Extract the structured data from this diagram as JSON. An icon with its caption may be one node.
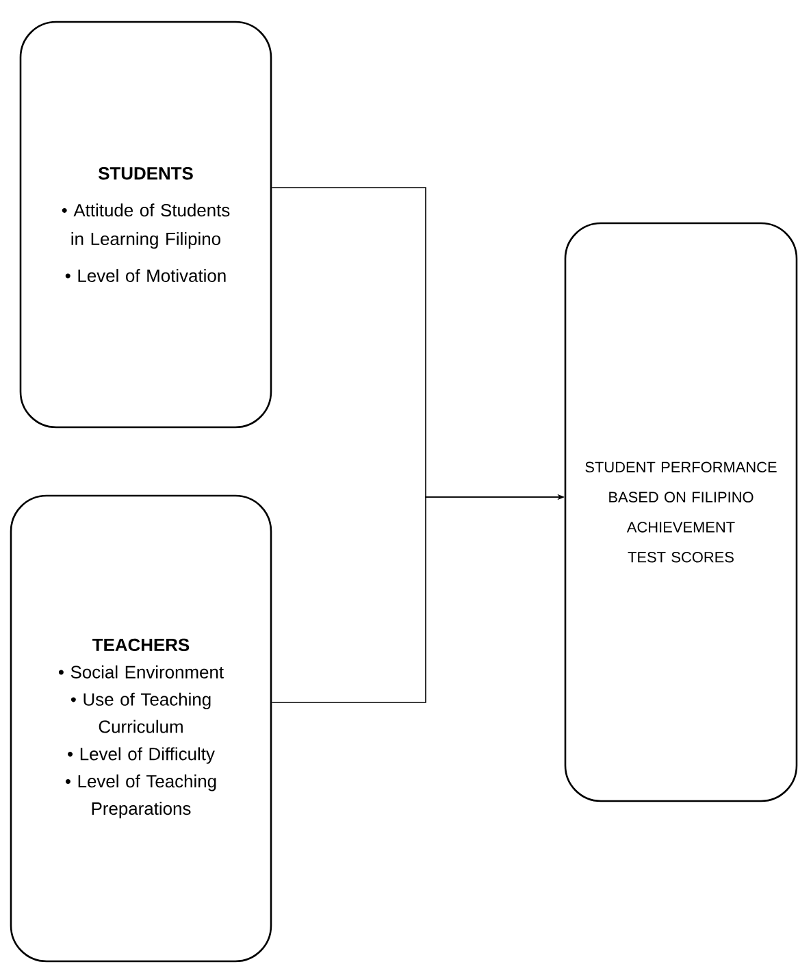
{
  "diagram": {
    "nodes": [
      {
        "text": [
          "STUDENTS",
          "• Attitude of Students in Learning Filipino",
          "• Level of Motivation"
        ]
      },
      {
        "text": [
          "TEACHERS",
          "• Social Environment",
          "• Use of Teaching Curriculum",
          "• Level of Difficulty",
          "• Level of Teaching Preparations"
        ]
      },
      {
        "text": [
          "STUDENT PERFORMANCE BASED ON FILIPINO ACHIEVEMENT TEST SCORES"
        ]
      }
    ],
    "edges": [
      {
        "from": 0,
        "to": 2,
        "arrow": "to"
      },
      {
        "from": 1,
        "to": 2,
        "arrow": "to"
      }
    ]
  }
}
